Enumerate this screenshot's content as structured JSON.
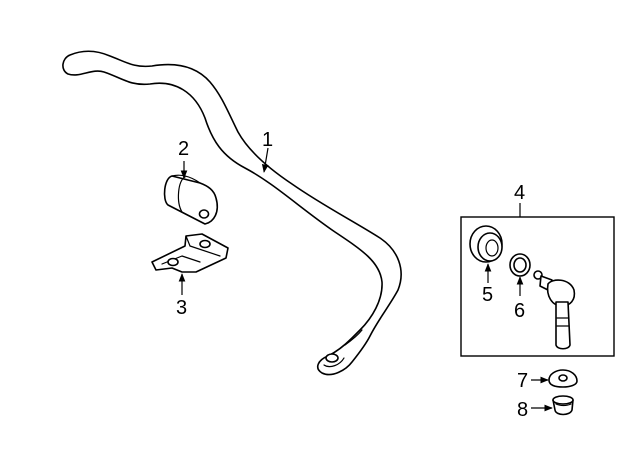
{
  "diagram": {
    "parts": [
      {
        "id": "stabilizer-bar",
        "callout": "1"
      },
      {
        "id": "bushing",
        "callout": "2"
      },
      {
        "id": "bracket",
        "callout": "3"
      },
      {
        "id": "link-assembly",
        "callout": "4"
      },
      {
        "id": "link-boot",
        "callout": "5"
      },
      {
        "id": "link-ring",
        "callout": "6"
      },
      {
        "id": "mount-washer",
        "callout": "7"
      },
      {
        "id": "mount-bushing",
        "callout": "8"
      }
    ]
  },
  "colors": {
    "line": "#000000",
    "background": "#ffffff"
  }
}
